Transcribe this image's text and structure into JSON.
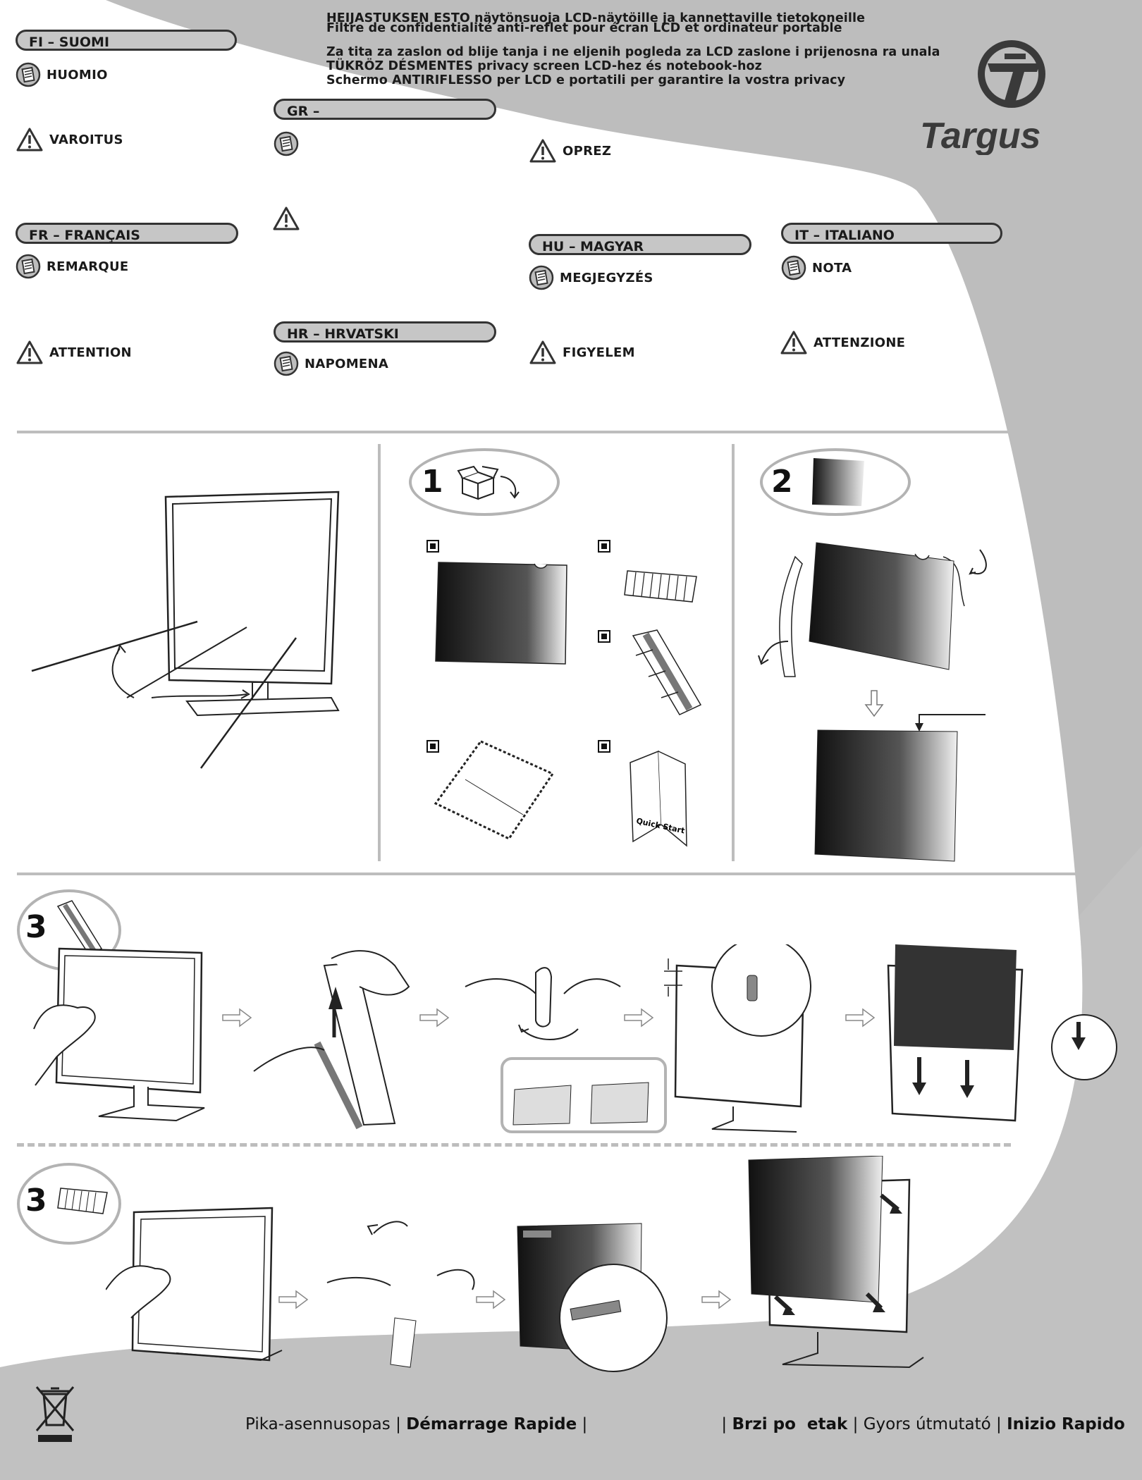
{
  "header": {
    "title_lines": [
      "HEIJASTUKSEN ESTO näytönsuoja LCD-näytöille ja kannettaville tietokoneille",
      "Filtre de confidentialité anti-reflet pour écran LCD et ordinateur portable",
      "Za  tita za zaslon od blije  tanja i ne  eljenih pogleda za LCD zaslone i prijenosna ra  unala",
      "TÜKRÖZ  DÉSMENTES privacy screen LCD-hez és notebook-hoz",
      "Schermo ANTIRIFLESSO per LCD e portatili per garantire la vostra privacy"
    ]
  },
  "brand": {
    "name": "Targus",
    "color": "#3a3a3a"
  },
  "sections": {
    "fi": {
      "tab": "FI – SUOMI",
      "note": "HUOMIO",
      "warn": "VAROITUS"
    },
    "gr": {
      "tab": "GR –"
    },
    "fr": {
      "tab": "FR – FRANÇAIS",
      "note": "REMARQUE",
      "warn": "ATTENTION"
    },
    "hr": {
      "tab": "HR – HRVATSKI",
      "note": "NAPOMENA"
    },
    "cz": {
      "warn": "OPREZ"
    },
    "hu": {
      "tab": "HU – MAGYAR",
      "note": "MEGJEGYZÉS",
      "warn": "FIGYELEM"
    },
    "it": {
      "tab": "IT – ITALIANO",
      "note": "NOTA",
      "warn": "ATTENZIONE"
    }
  },
  "steps": {
    "s1": "1",
    "s2": "2",
    "s3a": "3",
    "s3b": "3",
    "quick_start": "Quick Start"
  },
  "footer": {
    "a": "Pika-asennusopas",
    "sep1": " | ",
    "b": "Démarrage Rapide",
    "sep2": " |",
    "gap": "                          ",
    "sep3": "| ",
    "c": "Brzi po  etak",
    "sep4": " | ",
    "d": "Gyors útmutató",
    "sep5": " | ",
    "e": "Inizio Rapido"
  },
  "colors": {
    "band": "#bdbdbd",
    "tab_fill": "#c6c6c6"
  }
}
